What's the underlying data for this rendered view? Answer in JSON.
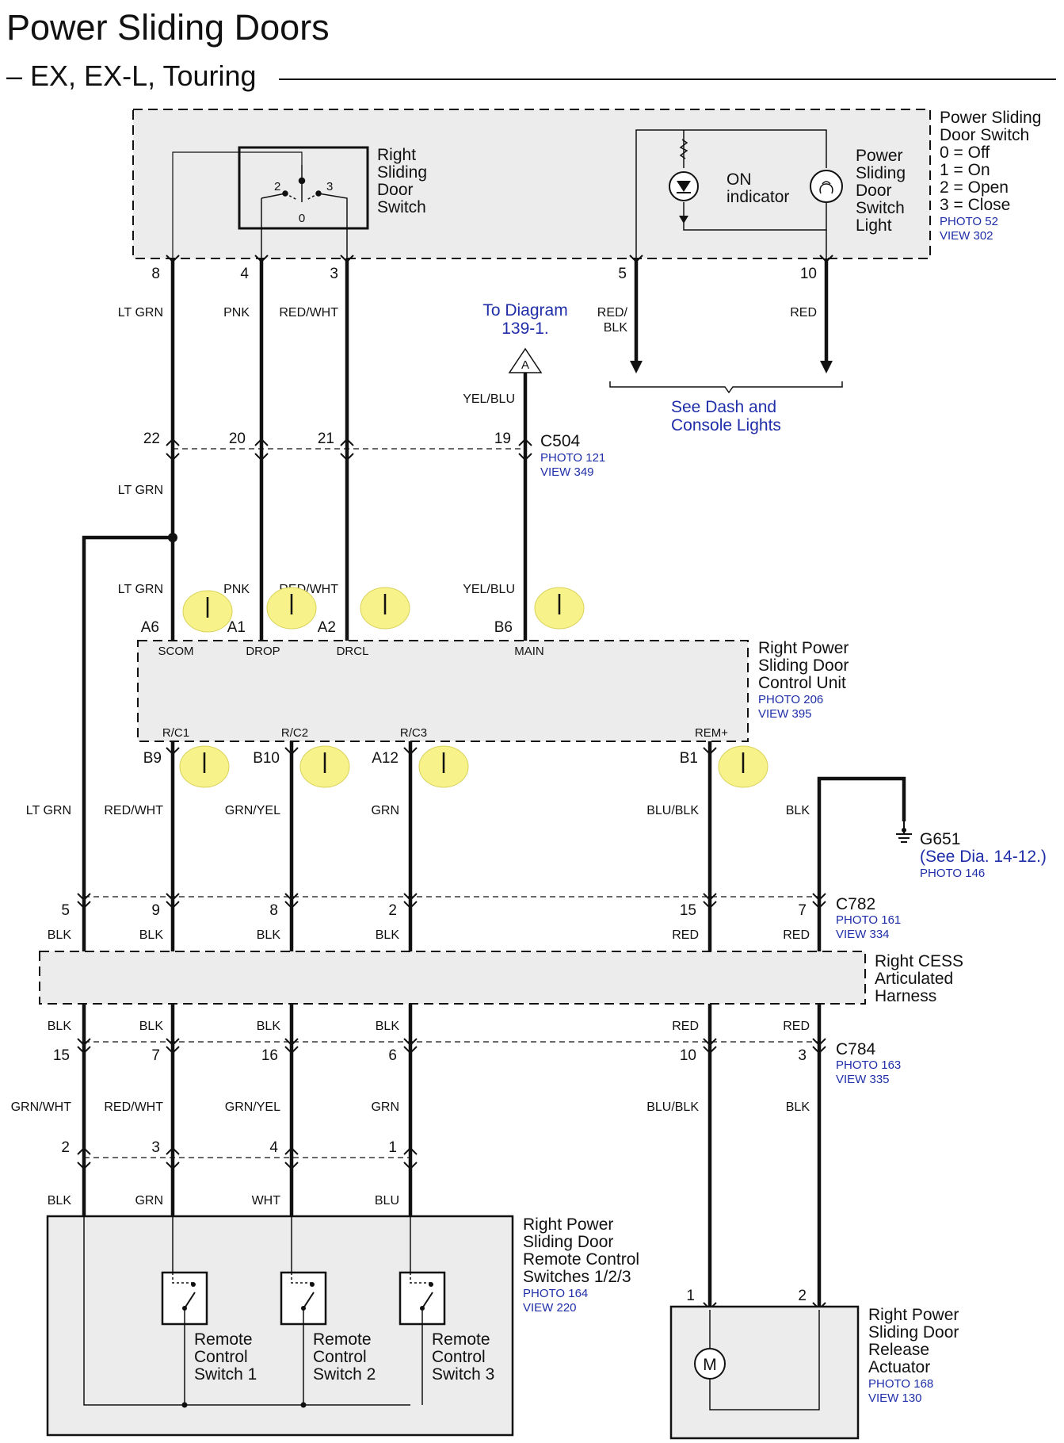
{
  "title": "Power Sliding Doors",
  "subtitle": "– EX, EX-L, Touring",
  "switch_block": {
    "name": [
      "Power Sliding",
      "Door Switch"
    ],
    "legend": [
      "0 = Off",
      "1 = On",
      "2 = Open",
      "3 = Close"
    ],
    "photo": "PHOTO 52",
    "view": "VIEW 302",
    "inner_switch": [
      "Right",
      "Sliding",
      "Door",
      "Switch"
    ],
    "positions": [
      "2",
      "3",
      "0"
    ],
    "on_indicator": [
      "ON",
      "indicator"
    ],
    "light": [
      "Power",
      "Sliding",
      "Door",
      "Switch",
      "Light"
    ],
    "pins": [
      "8",
      "4",
      "3",
      "5",
      "10"
    ]
  },
  "wires_top": [
    "LT GRN",
    "PNK",
    "RED/WHT",
    "RED/",
    "BLK",
    "RED"
  ],
  "to_diagram": {
    "text": [
      "To Diagram",
      "139-1."
    ],
    "letter": "A"
  },
  "dash_note": [
    "See Dash and",
    "Console Lights"
  ],
  "c504": {
    "name": "C504",
    "photo": "PHOTO 121",
    "view": "VIEW 349",
    "pins": [
      "22",
      "20",
      "21",
      "19"
    ],
    "wire_main": "YEL/BLU",
    "wire_below": "LT GRN"
  },
  "control_unit": {
    "name": [
      "Right Power",
      "Sliding Door",
      "Control Unit"
    ],
    "photo": "PHOTO 206",
    "view": "VIEW 395",
    "top_wires": [
      "LT GRN",
      "PNK",
      "RED/WHT",
      "YEL/BLU"
    ],
    "top_pins": [
      "A6",
      "A1",
      "A2",
      "B6"
    ],
    "top_signals": [
      "SCOM",
      "DROP",
      "DRCL",
      "MAIN"
    ],
    "bottom_signals": [
      "R/C1",
      "R/C2",
      "R/C3",
      "REM+"
    ],
    "bottom_pins": [
      "B9",
      "B10",
      "A12",
      "B1"
    ]
  },
  "mid_wires": [
    "LT GRN",
    "RED/WHT",
    "GRN/YEL",
    "GRN",
    "BLU/BLK",
    "BLK"
  ],
  "ground": {
    "name": "G651",
    "note": "(See Dia. 14-12.)",
    "photo": "PHOTO 146"
  },
  "c782": {
    "name": "C782",
    "photo": "PHOTO 161",
    "view": "VIEW 334",
    "pins": [
      "5",
      "9",
      "8",
      "2",
      "15",
      "7"
    ],
    "colors": [
      "BLK",
      "BLK",
      "BLK",
      "BLK",
      "RED",
      "RED"
    ]
  },
  "harness": {
    "name": [
      "Right CESS",
      "Articulated",
      "Harness"
    ]
  },
  "c784": {
    "name": "C784",
    "photo": "PHOTO 163",
    "view": "VIEW 335",
    "pins": [
      "15",
      "7",
      "16",
      "6",
      "10",
      "3"
    ],
    "colors": [
      "BLK",
      "BLK",
      "BLK",
      "BLK",
      "RED",
      "RED"
    ]
  },
  "lower_wires": [
    "GRN/WHT",
    "RED/WHT",
    "GRN/YEL",
    "GRN",
    "BLU/BLK",
    "BLK"
  ],
  "remote_connector": {
    "pins": [
      "2",
      "3",
      "4",
      "1"
    ],
    "colors": [
      "BLK",
      "GRN",
      "WHT",
      "BLU"
    ]
  },
  "remote_switches": {
    "name": [
      "Right Power",
      "Sliding Door",
      "Remote Control",
      "Switches 1/2/3"
    ],
    "photo": "PHOTO 164",
    "view": "VIEW 220",
    "items": [
      [
        "Remote",
        "Control",
        "Switch 1"
      ],
      [
        "Remote",
        "Control",
        "Switch 2"
      ],
      [
        "Remote",
        "Control",
        "Switch 3"
      ]
    ]
  },
  "actuator": {
    "name": [
      "Right Power",
      "Sliding Door",
      "Release",
      "Actuator"
    ],
    "photo": "PHOTO 168",
    "view": "VIEW 130",
    "pins": [
      "1",
      "2"
    ],
    "motor": "M"
  },
  "colors": {
    "wire": "#111111",
    "panel": "#ececec",
    "reference_blue": "#1f2ea8",
    "highlight_yellow": "#f7f38a"
  }
}
